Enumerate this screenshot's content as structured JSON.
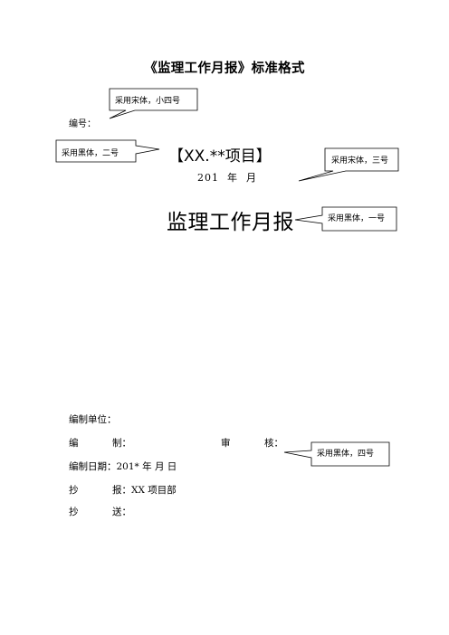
{
  "page": {
    "title": "《监理工作月报》标准格式",
    "serial_label": "编号：",
    "project_title": "【XX.**项目】",
    "year_line": {
      "year": "201",
      "year_word": "年",
      "month_word": "月"
    },
    "main_title": "监理工作月报"
  },
  "callouts": {
    "serial_font": "采用宋体，小四号",
    "project_font": "采用黑体，二号",
    "year_font": "采用宋体，三号",
    "title_font": "采用黑体，一号",
    "fields_font": "采用黑体，四号"
  },
  "fields": {
    "unit": {
      "label": "编制单位："
    },
    "editor": {
      "label_a": "编",
      "label_b": "制："
    },
    "reviewer": {
      "label_a": "审",
      "label_b": "核："
    },
    "date": {
      "label": "编制日期：",
      "value": "201* 年 月 日"
    },
    "report_to": {
      "label_a": "抄",
      "label_b": "报：",
      "value": "XX 项目部"
    },
    "send_to": {
      "label_a": "抄",
      "label_b": "送："
    }
  }
}
